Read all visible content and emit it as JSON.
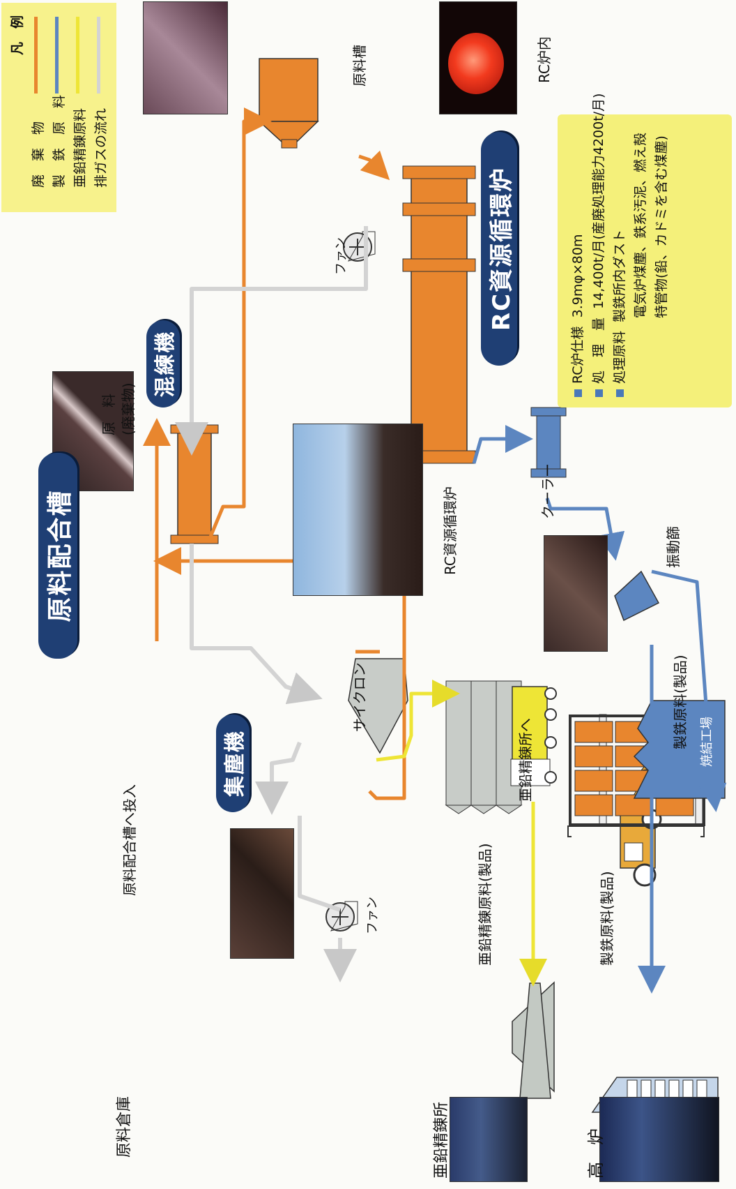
{
  "titles": {
    "raw_blending_tank": "原料配合槽",
    "kneader": "混練機",
    "dust_collector": "集塵機",
    "rc_furnace": "RC資源循環炉"
  },
  "labels": {
    "raw_warehouse": "原料倉庫",
    "feed_to_tank": "原料配合槽へ投入",
    "raw_waste_line1": "原　料",
    "raw_waste_line2": "(廃棄物)",
    "raw_material_tank": "原料槽",
    "fan_top": "ファン",
    "fan_bottom": "ファン",
    "cyclone": "サイクロン",
    "zinc_to_refinery": "亜鉛精錬所へ",
    "zinc_product": "亜鉛精錬原料(製品)",
    "zinc_refinery": "亜鉛精錬所",
    "cooler": "クーラー",
    "vibrating_screen": "振動篩",
    "iron_product_upper": "製鉄原料(製品)",
    "iron_product_lower": "製鉄原料(製品)",
    "sintering_plant": "焼結工場",
    "blast_furnace": "高　炉",
    "rc_photo_caption": "RC資源循環炉",
    "rc_inside_caption": "RC炉内"
  },
  "legend": {
    "title": "凡　例",
    "items": [
      {
        "label": "廃　棄　物",
        "color": "#e8862e"
      },
      {
        "label": "製　鉄　原　料",
        "color": "#5c86c0"
      },
      {
        "label": "亜鉛精錬原料",
        "color": "#eee536"
      },
      {
        "label": "排ガスの流れ",
        "color": "#d3d3d3"
      }
    ]
  },
  "spec": {
    "rows": [
      {
        "key": "RC炉仕様",
        "value": "3.9mφ×80m"
      },
      {
        "key": "処　理　量",
        "value": "14,400t/月(産廃処理能力4200t/月)"
      },
      {
        "key": "処理原料",
        "value": "製鉄所内ダスト"
      },
      {
        "key": "",
        "value": "電気炉煤塵、鉄系汚泥、燃え殻"
      },
      {
        "key": "",
        "value": "特管物(鉛、カドミを含む煤塵)"
      }
    ]
  },
  "colors": {
    "waste": "#e8862e",
    "iron": "#5c86c0",
    "zinc": "#eee536",
    "gas": "#d3d3d3",
    "pill": "#1f3f74",
    "legend_bg": "#f7f28c"
  }
}
